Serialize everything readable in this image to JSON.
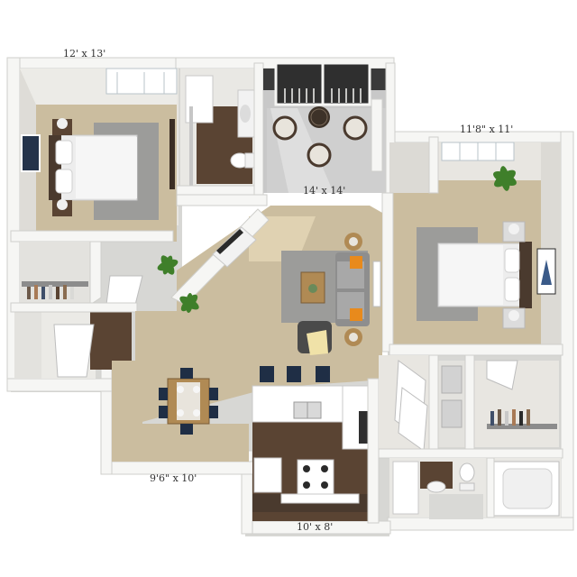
{
  "rooms": {
    "bedroom_1": {
      "dimensions": "12' x 13'"
    },
    "sunroom": {
      "dimensions": "14' x 14'"
    },
    "bedroom_2": {
      "dimensions": "11'8\" x 11'"
    },
    "dining": {
      "dimensions": "9'6\" x 10'"
    },
    "kitchen": {
      "dimensions": "10' x 8'"
    }
  },
  "colors": {
    "carpet": "#cbbd9f",
    "wall_top": "#f6f6f4",
    "wall_side": "#d9d9d6",
    "wood_floor": "#5a4433",
    "tile": "#c6c6c6",
    "rug": "#9c9c9a",
    "bedding": "#f2f2f2",
    "accent_orange": "#e88a1c",
    "chair_navy": "#1f2e45",
    "plant_green": "#3f7f2a"
  }
}
